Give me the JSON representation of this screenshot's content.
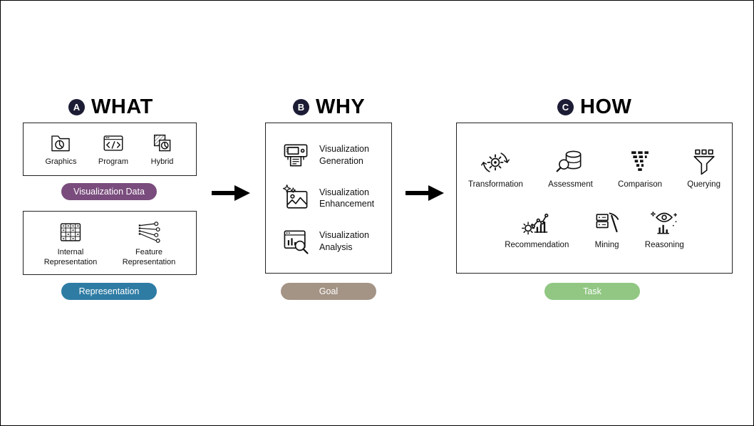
{
  "what": {
    "badge": "A",
    "title": "WHAT",
    "data_box": {
      "items": [
        {
          "label": "Graphics",
          "icon": "graphics-folder-pie-icon"
        },
        {
          "label": "Program",
          "icon": "code-window-icon"
        },
        {
          "label": "Hybrid",
          "icon": "layered-squares-icon"
        }
      ],
      "pill": {
        "label": "Visualization Data",
        "color": "#7a4c7d"
      }
    },
    "repr_box": {
      "items": [
        {
          "label": "Internal Representation",
          "icon": "data-matrix-icon"
        },
        {
          "label": "Feature Representation",
          "icon": "feature-network-icon"
        }
      ],
      "pill": {
        "label": "Representation",
        "color": "#2e7ca4"
      }
    }
  },
  "why": {
    "badge": "B",
    "title": "WHY",
    "items": [
      {
        "label": "Visualization Generation",
        "icon": "generation-machine-icon"
      },
      {
        "label": "Visualization Enhancement",
        "icon": "image-sparkle-icon"
      },
      {
        "label": "Visualization Analysis",
        "icon": "chart-magnifier-icon"
      }
    ],
    "pill": {
      "label": "Goal",
      "color": "#a49486"
    }
  },
  "how": {
    "badge": "C",
    "title": "HOW",
    "row1": [
      {
        "label": "Transformation",
        "icon": "gear-cycle-icon"
      },
      {
        "label": "Assessment",
        "icon": "database-magnifier-icon"
      },
      {
        "label": "Comparison",
        "icon": "funnel-bars-icon"
      },
      {
        "label": "Querying",
        "icon": "filter-funnel-icon"
      }
    ],
    "row2": [
      {
        "label": "Recommendation",
        "icon": "gear-chart-icon"
      },
      {
        "label": "Mining",
        "icon": "server-pickaxe-icon"
      },
      {
        "label": "Reasoning",
        "icon": "eye-chart-icon"
      }
    ],
    "pill": {
      "label": "Task",
      "color": "#91c783"
    }
  },
  "style": {
    "badge_color": "#1c1c35"
  }
}
